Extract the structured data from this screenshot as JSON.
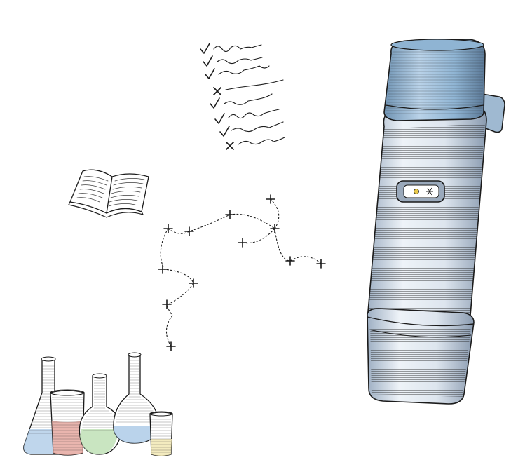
{
  "illustration": {
    "colors": {
      "ink": "#1b1b1b",
      "paper": "#ffffff",
      "thermos_cap": "#8fb4d3",
      "thermos_body": "#e4ebf3",
      "thermos_shadow": "#9fb0c4",
      "liquid_blue": "#a9c8e6",
      "liquid_red": "#e3a39a",
      "liquid_green": "#bfe0b6",
      "liquid_yellow": "#f2e9b8"
    },
    "objects": [
      {
        "name": "handwritten-checklist",
        "icon": "checklist-icon",
        "items": 8,
        "checked": 6,
        "crossed": 2
      },
      {
        "name": "open-book",
        "icon": "book-icon"
      },
      {
        "name": "dotted-path",
        "icon": "route-icon",
        "markers": 12
      },
      {
        "name": "lab-glassware",
        "icon": "flask-icon",
        "vessels": 5
      },
      {
        "name": "thermos-flask",
        "icon": "thermos-icon"
      }
    ]
  }
}
